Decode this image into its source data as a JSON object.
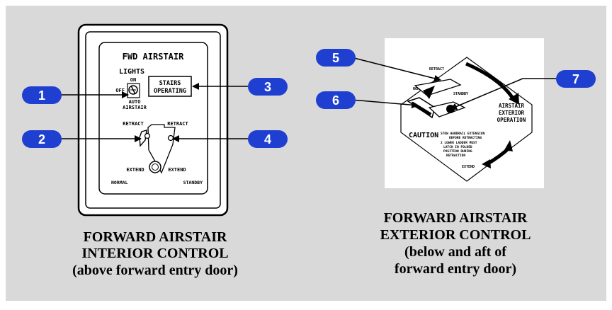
{
  "interior_panel": {
    "title": "FWD AIRSTAIR",
    "lights_label": "LIGHTS",
    "on_label": "ON",
    "off_label": "OFF",
    "auto_label_1": "AUTO",
    "auto_label_2": "AIRSTAIR",
    "stairs_light_1": "STAIRS",
    "stairs_light_2": "OPERATING",
    "retract_left": "RETRACT",
    "retract_right": "RETRACT",
    "extend_left": "EXTEND",
    "extend_right": "EXTEND",
    "normal_label": "NORMAL",
    "standby_label": "STANDBY"
  },
  "exterior_panel": {
    "retract_label": "RETRACT",
    "normal_label": "NORMAL",
    "standby_label": "STANDBY",
    "operation_1": "AIRSTAIR",
    "operation_2": "EXTERIOR",
    "operation_3": "OPERATION",
    "caution_word": "CAUTION",
    "caution_1a": "STOW HANDRAIL EXTENSION",
    "caution_1b": "BEFORE RETRACTING",
    "caution_2a": "2 LOWER LADDER MUST",
    "caution_2b": "LATCH IN FOLDED",
    "caution_2c": "POSITION DURING",
    "caution_2d": "RETRACTION",
    "extend_label": "EXTEND"
  },
  "callouts": [
    "1",
    "2",
    "3",
    "4",
    "5",
    "6",
    "7"
  ],
  "captions": {
    "interior_1": "FORWARD AIRSTAIR",
    "interior_2": "INTERIOR CONTROL",
    "interior_3": "(above forward entry door)",
    "exterior_1": "FORWARD AIRSTAIR",
    "exterior_2": "EXTERIOR CONTROL",
    "exterior_3": "(below and aft of",
    "exterior_4": "forward entry door)"
  },
  "colors": {
    "background": "#d9d9d9",
    "callout_fill": "#1f3fd1",
    "panel": "#ffffff",
    "line": "#000000"
  }
}
